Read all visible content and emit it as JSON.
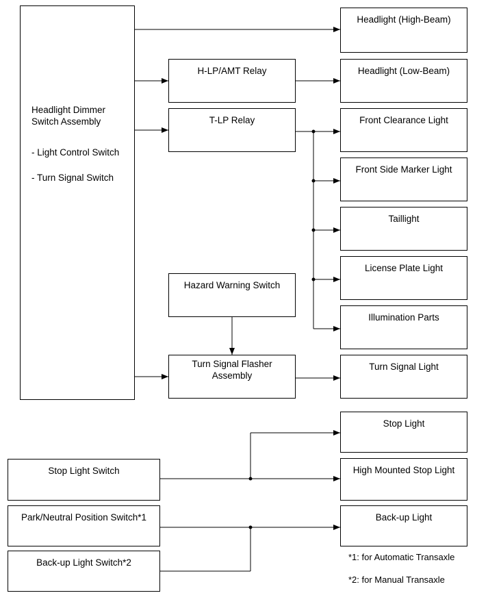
{
  "main_switch": {
    "title_line1": "Headlight Dimmer",
    "title_line2": "Switch Assembly",
    "item1": "- Light Control Switch",
    "item2": "- Turn Signal Switch"
  },
  "relays": {
    "hlp_amt": "H-LP/AMT Relay",
    "tlp": "T-LP Relay",
    "hazard": "Hazard Warning Switch",
    "flasher_line1": "Turn Signal Flasher",
    "flasher_line2": "Assembly"
  },
  "outputs": {
    "high_beam": "Headlight (High-Beam)",
    "low_beam": "Headlight (Low-Beam)",
    "front_clearance": "Front Clearance Light",
    "front_side_marker": "Front Side Marker Light",
    "taillight": "Taillight",
    "license_plate": "License Plate Light",
    "illumination": "Illumination Parts",
    "turn_signal": "Turn Signal Light",
    "stop": "Stop Light",
    "high_mounted_stop": "High Mounted Stop Light",
    "backup": "Back-up Light"
  },
  "inputs": {
    "stop_switch": "Stop Light Switch",
    "park_neutral": "Park/Neutral Position Switch*1",
    "backup_switch": "Back-up Light Switch*2"
  },
  "notes": {
    "note1": "*1: for Automatic Transaxle",
    "note2": "*2: for Manual Transaxle"
  }
}
